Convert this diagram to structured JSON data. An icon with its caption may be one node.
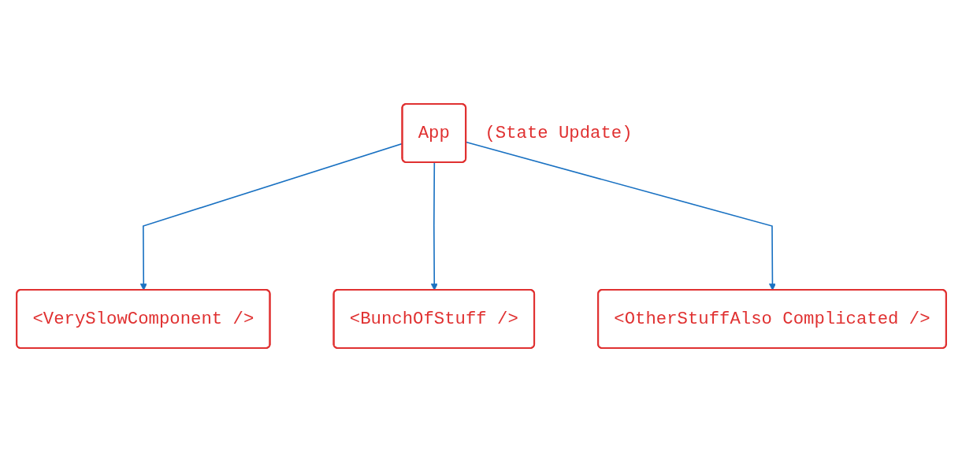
{
  "diagram": {
    "nodes": [
      {
        "text": [
          "App"
        ],
        "beside": [
          "(State Update)"
        ]
      },
      {
        "text": [
          "<VerySlowComponent />"
        ]
      },
      {
        "text": [
          "<BunchOfStuff />"
        ]
      },
      {
        "text": [
          "<OtherStuffAlso Complicated />"
        ]
      }
    ],
    "edges": [
      {
        "from": 0,
        "to": 1,
        "arrow": "to"
      },
      {
        "from": 0,
        "to": 2,
        "arrow": "to"
      },
      {
        "from": 0,
        "to": 3,
        "arrow": "to"
      }
    ]
  }
}
